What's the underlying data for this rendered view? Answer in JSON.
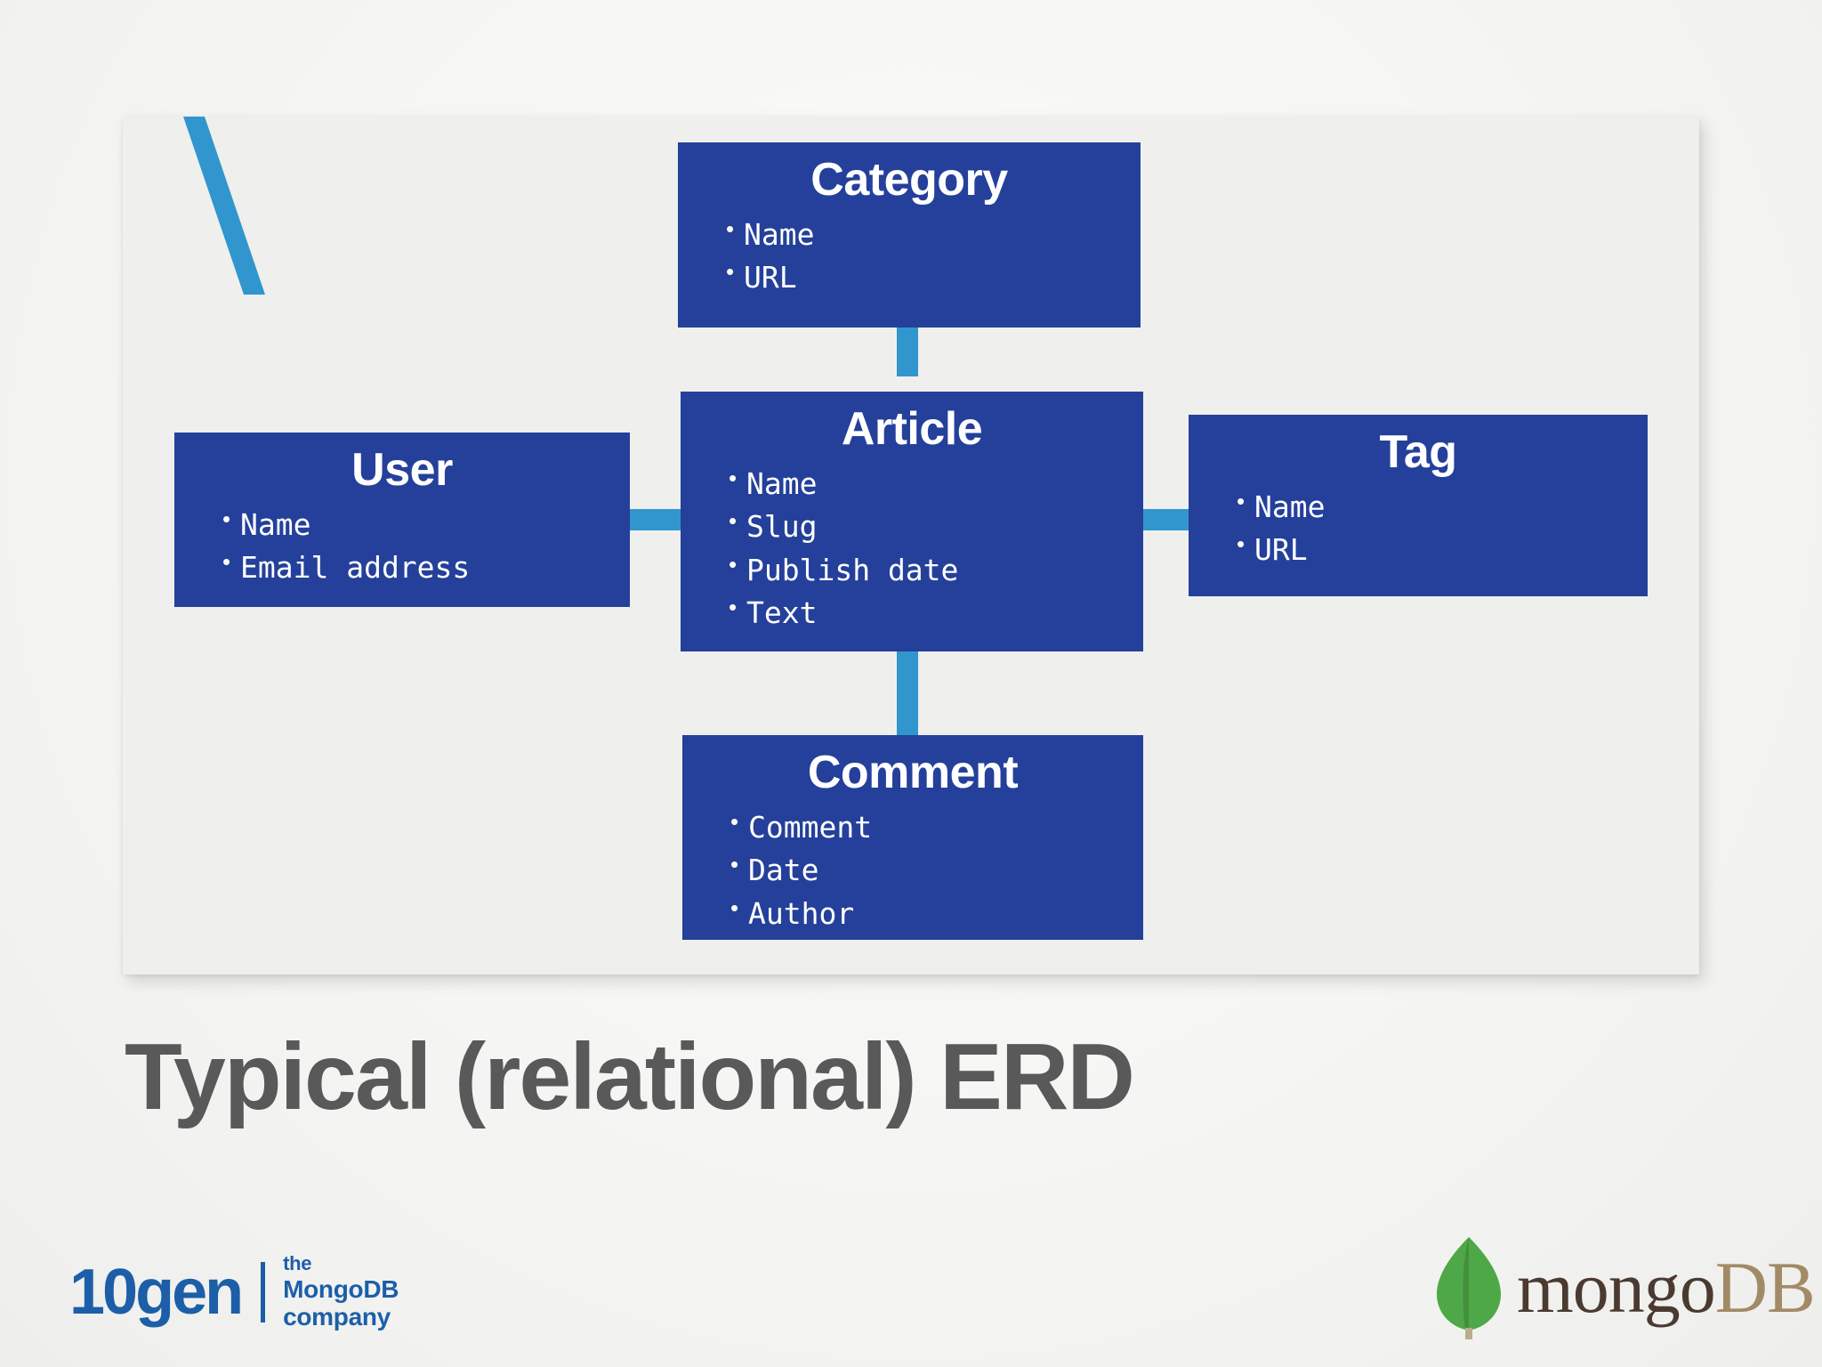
{
  "slide": {
    "title": "Typical (relational) ERD",
    "background_color": "#f4f4f2",
    "card_color": "#efefed"
  },
  "colors": {
    "entity_fill": "#24409a",
    "entity_text": "#ffffff",
    "connector": "#3196cd",
    "title_text": "#595959",
    "brand_blue": "#1c5fa8",
    "leaf_green": "#4fa847",
    "mongo_brown": "#4b3a30",
    "db_tan": "#a28a66"
  },
  "diagram": {
    "type": "entity-relationship-diagram",
    "entities": [
      {
        "id": "category",
        "name": "Category",
        "fields": [
          "Name",
          "URL"
        ]
      },
      {
        "id": "article",
        "name": "Article",
        "fields": [
          "Name",
          "Slug",
          "Publish date",
          "Text"
        ]
      },
      {
        "id": "user",
        "name": "User",
        "fields": [
          "Name",
          "Email address"
        ]
      },
      {
        "id": "tag",
        "name": "Tag",
        "fields": [
          "Name",
          "URL"
        ]
      },
      {
        "id": "comment",
        "name": "Comment",
        "fields": [
          "Comment",
          "Date",
          "Author"
        ]
      }
    ],
    "relationships": [
      {
        "from": "category",
        "to": "article"
      },
      {
        "from": "article",
        "to": "comment"
      },
      {
        "from": "article",
        "to": "tag"
      },
      {
        "from": "user",
        "to": "article"
      },
      {
        "from": "user",
        "to": "comment"
      }
    ]
  },
  "footer": {
    "tengen": {
      "wordmark": "10gen",
      "tagline_line1": "the",
      "tagline_line2": "MongoDB",
      "tagline_line3": "company"
    },
    "mongodb": {
      "mongo": "mongo",
      "db": "DB",
      "leaf_icon": "leaf-icon"
    }
  }
}
